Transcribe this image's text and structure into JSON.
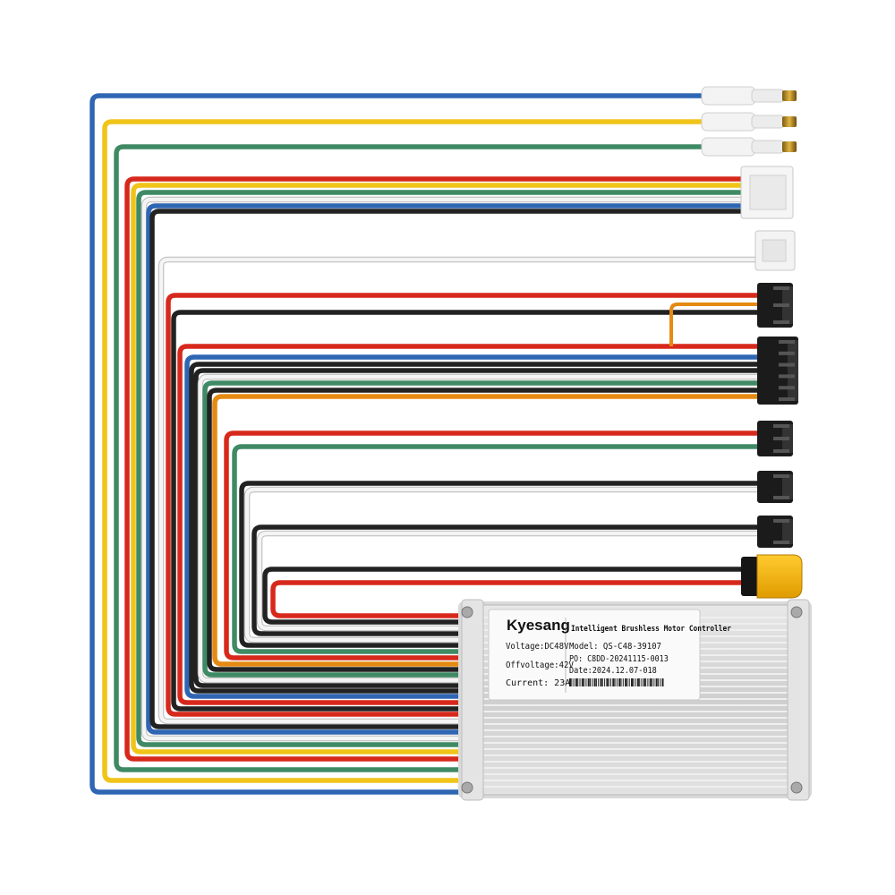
{
  "label": {
    "brand": "Kyesang",
    "product": "Intelligent Brushless Motor Controller",
    "voltage": "Voltage:DC48V",
    "offvoltage": "Offvoltage:42V",
    "current": "Current: 23A",
    "model": "Model: QS-C48-39107",
    "po": "PO: C8DD-20241115-0013",
    "date": "Date:2024.12.07-018"
  },
  "wire_colors": {
    "blue": "#2f66b3",
    "yellow": "#f0c419",
    "green": "#3f8a64",
    "red": "#d7281c",
    "white": "#f4f4f4",
    "black": "#222222",
    "orange": "#e58a12",
    "gray": "#9a9a9a"
  }
}
